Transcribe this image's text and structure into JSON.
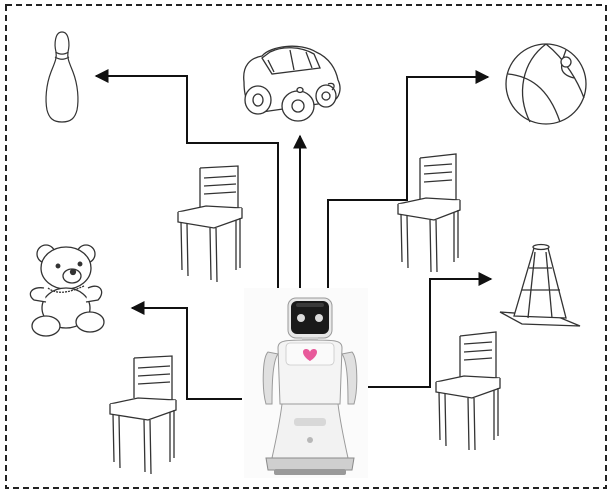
{
  "figure": {
    "nodes": [
      {
        "id": "robot",
        "icon": "service-robot-icon",
        "role": "center"
      },
      {
        "id": "bowling-pin",
        "icon": "bowling-pin-icon",
        "role": "target"
      },
      {
        "id": "toy-car",
        "icon": "toy-car-icon",
        "role": "target"
      },
      {
        "id": "beach-ball",
        "icon": "beach-ball-icon",
        "role": "target"
      },
      {
        "id": "teddy-bear",
        "icon": "teddy-bear-icon",
        "role": "target"
      },
      {
        "id": "traffic-cone",
        "icon": "traffic-cone-icon",
        "role": "target"
      },
      {
        "id": "chair-1",
        "icon": "chair-icon",
        "role": "obstacle"
      },
      {
        "id": "chair-2",
        "icon": "chair-icon",
        "role": "obstacle"
      },
      {
        "id": "chair-3",
        "icon": "chair-icon",
        "role": "obstacle"
      },
      {
        "id": "chair-4",
        "icon": "chair-icon",
        "role": "obstacle"
      }
    ],
    "edges": [
      {
        "from": "robot",
        "to": "bowling-pin"
      },
      {
        "from": "robot",
        "to": "toy-car"
      },
      {
        "from": "robot",
        "to": "beach-ball"
      },
      {
        "from": "robot",
        "to": "teddy-bear"
      },
      {
        "from": "robot",
        "to": "traffic-cone"
      }
    ],
    "colors": {
      "line": "#111111",
      "border": "#222222",
      "robot_body": "#f2f2f2",
      "robot_face": "#1a1a1a",
      "robot_accent": "#e85a9b",
      "robot_trim": "#b8b8b8"
    }
  }
}
